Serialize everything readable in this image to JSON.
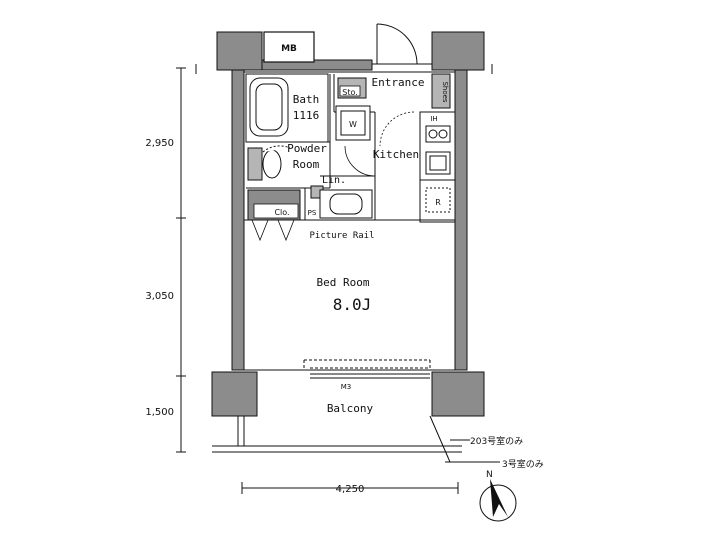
{
  "rooms": {
    "entrance": "Entrance",
    "storage": "Sto.",
    "shoes": "Shoes",
    "bath": "Bath",
    "bath_size": "1116",
    "powder_room_1": "Powder",
    "powder_room_2": "Room",
    "washer": "W",
    "linen": "Lin.",
    "kitchen": "Kitchen",
    "closet": "Clo.",
    "pipe_space": "PS",
    "picture_rail": "Picture Rail",
    "bedroom": "Bed Room",
    "bedroom_size": "8.0J",
    "balcony": "Balcony",
    "meter_box": "MB",
    "fridge": "R",
    "ih": "IH",
    "window_mark": "M3"
  },
  "dimensions": {
    "left_top": "2,950",
    "left_mid": "3,050",
    "left_bottom": "1,500",
    "bottom_width": "4,250"
  },
  "notes": {
    "room_203": "203号室のみ",
    "room_3": "3号室のみ"
  },
  "compass": {
    "north": "N"
  },
  "colors": {
    "wall": "#8c8c8c",
    "line": "#111111",
    "fixture": "#b5b5b5"
  }
}
